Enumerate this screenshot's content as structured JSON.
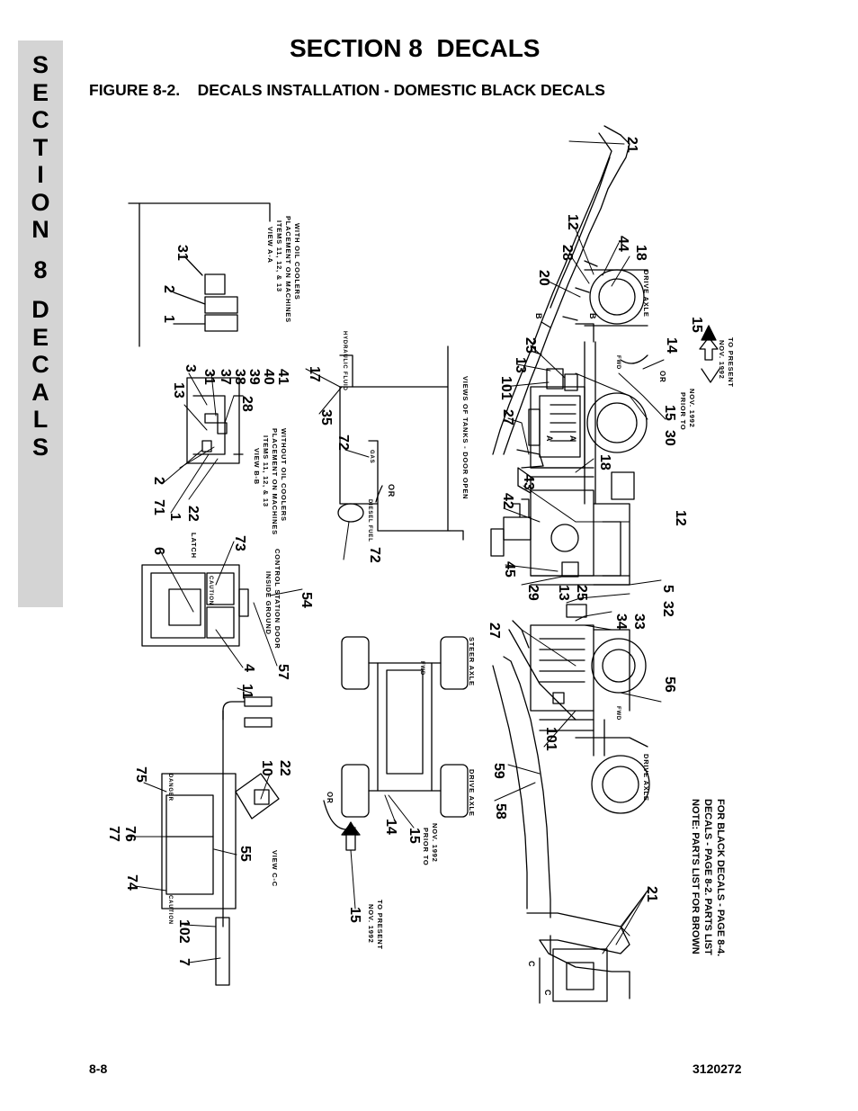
{
  "side_tab": {
    "letters": [
      "S",
      "E",
      "C",
      "T",
      "I",
      "O",
      "N",
      "",
      "8",
      "",
      "D",
      "E",
      "C",
      "A",
      "L",
      "S"
    ]
  },
  "header": {
    "section_title": "SECTION 8  DECALS",
    "figure_title": "FIGURE 8-2.    DECALS INSTALLATION - DOMESTIC BLACK DECALS"
  },
  "footer": {
    "page_number": "8-8",
    "doc_number": "3120272"
  },
  "figure": {
    "note_lines": [
      "NOTE: PARTS LIST FOR BROWN",
      "DECALS - PAGE 8-2. PARTS LIST",
      "FOR BLACK DECALS - PAGE 8-4."
    ],
    "view_aa": [
      "VIEW A-A",
      "ITEMS 11, 12, & 13",
      "PLACEMENT ON MACHINES",
      "WITH OIL COOLERS"
    ],
    "view_bb": [
      "VIEW B-B",
      "ITEMS 11, 12, & 13",
      "PLACEMENT ON MACHINES",
      "WITHOUT OIL COOLERS"
    ],
    "view_cc": "VIEW C-C",
    "inside_ground": [
      "INSIDE GROUND",
      "CONTROL STATION DOOR"
    ],
    "latch": "LATCH",
    "views_of_tanks": "VIEWS OF TANKS - DOOR OPEN",
    "hydraulic_fluid": "HYDRAULIC FLUID",
    "gas": "GAS",
    "diesel_fuel": "DIESEL FUEL",
    "or_label": "OR",
    "steer_axle": "STEER AXLE",
    "drive_axle": "DRIVE AXLE",
    "prior_to": [
      "PRIOR TO",
      "NOV. 1992"
    ],
    "nov_present": [
      "NOV. 1992",
      "TO PRESENT"
    ],
    "caution": "CAUTION",
    "danger": "DANGER",
    "fwd": "FWD",
    "callout_a": "A",
    "callout_b": "B",
    "callout_c": "C",
    "callouts": {
      "c1": "1",
      "c2": "2",
      "c3": "3",
      "c4": "4",
      "c5": "5",
      "c6": "6",
      "c7": "7",
      "c10": "10",
      "c11": "11",
      "c12": "12",
      "c13": "13",
      "c14": "14",
      "c15": "15",
      "c17": "17",
      "c18": "18",
      "c20": "20",
      "c21": "21",
      "c22": "22",
      "c25": "25",
      "c27": "27",
      "c28": "28",
      "c29": "29",
      "c30": "30",
      "c31": "31",
      "c32": "32",
      "c33": "33",
      "c34": "34",
      "c35": "35",
      "c37": "37",
      "c38": "38",
      "c39": "39",
      "c40": "40",
      "c41": "41",
      "c42": "42",
      "c43": "43",
      "c44": "44",
      "c45": "45",
      "c54": "54",
      "c55": "55",
      "c56": "56",
      "c57": "57",
      "c58": "58",
      "c59": "59",
      "c71": "71",
      "c72": "72",
      "c73": "73",
      "c74": "74",
      "c75": "75",
      "c76": "76",
      "c77": "77",
      "c101": "101",
      "c102": "102"
    }
  }
}
